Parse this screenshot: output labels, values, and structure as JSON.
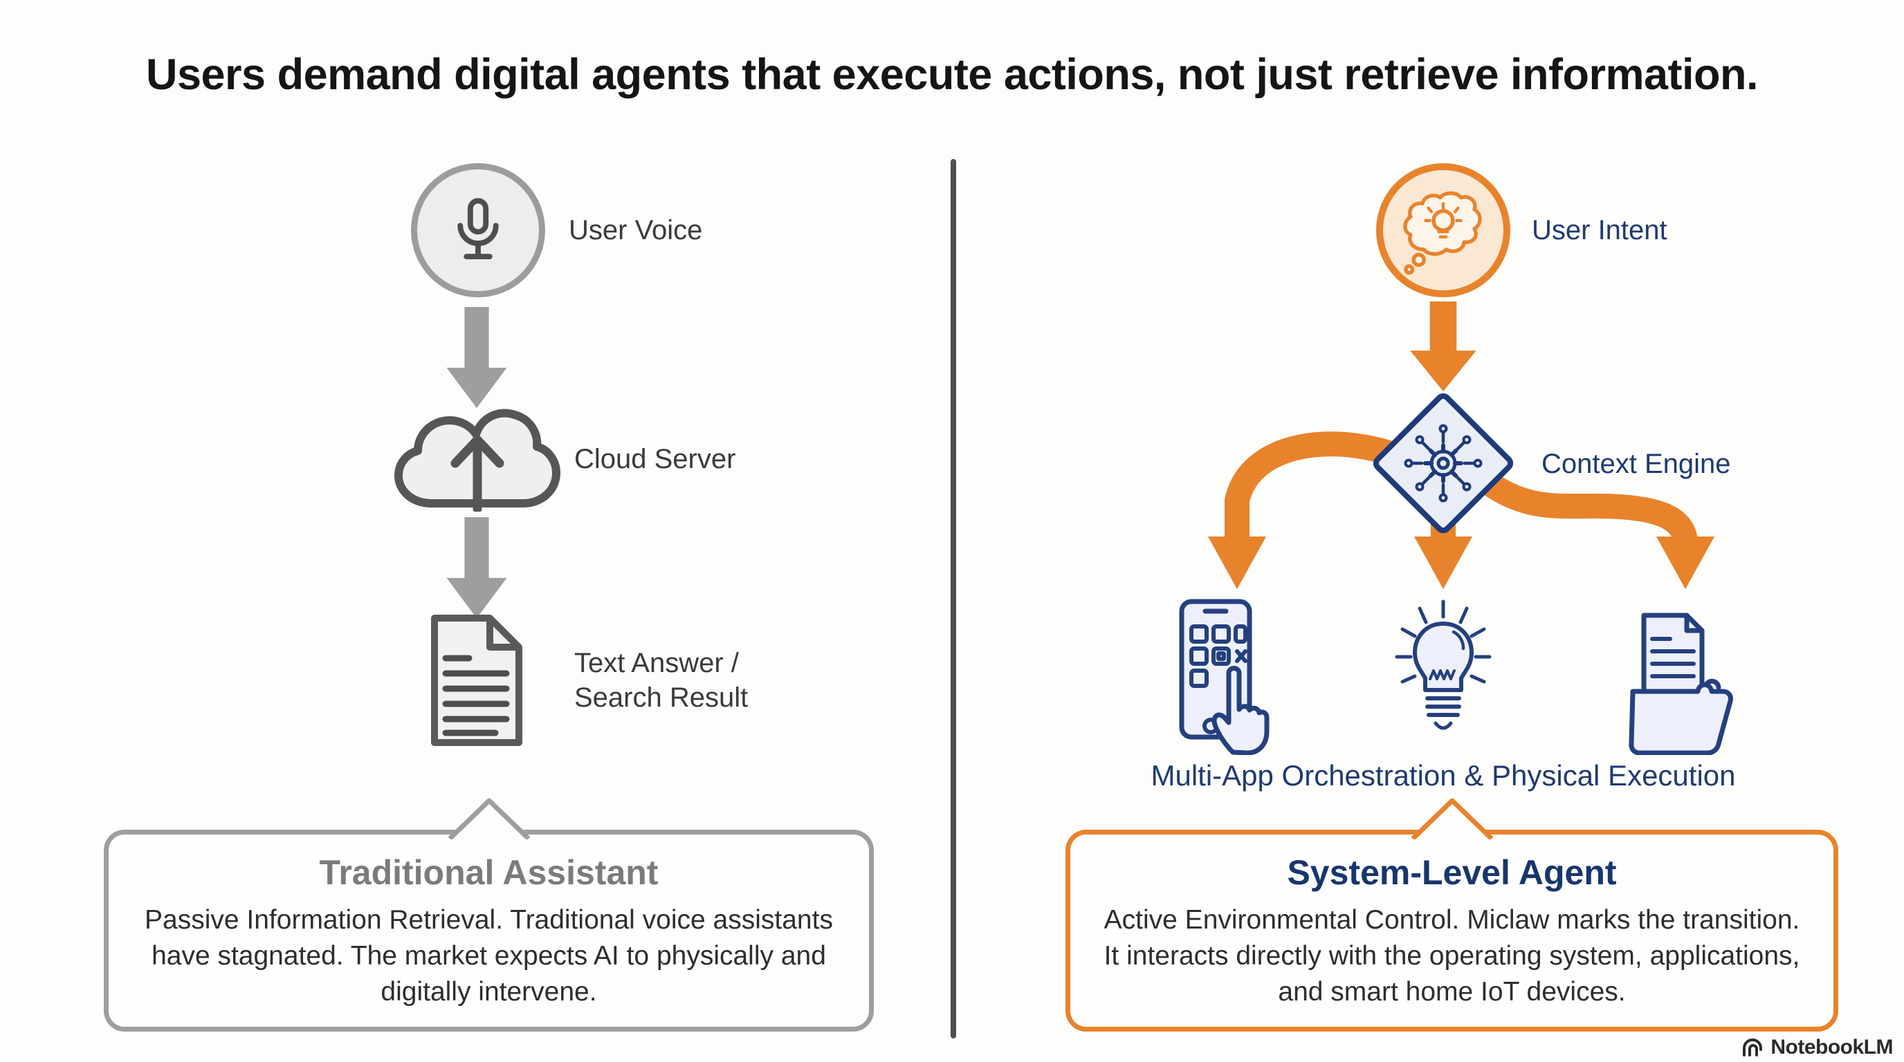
{
  "title": "Users demand digital agents that execute actions, not just retrieve information.",
  "left_flow": {
    "node1_label": "User Voice",
    "node2_label": "Cloud Server",
    "node3_label": "Text Answer / Search Result",
    "callout": {
      "title": "Traditional Assistant",
      "body": "Passive Information Retrieval. Traditional voice assistants have stagnated. The market expects AI to physically and digitally intervene."
    }
  },
  "right_flow": {
    "node1_label": "User Intent",
    "node2_label": "Context Engine",
    "outputs_label": "Multi-App Orchestration & Physical Execution",
    "callout": {
      "title": "System-Level Agent",
      "body": "Active Environmental Control. Miclaw marks the transition. It interacts directly with the operating system, applications, and smart home IoT devices."
    }
  },
  "branding": {
    "label": "NotebookLM"
  },
  "icons": {
    "left": [
      "microphone-icon",
      "down-arrow-icon",
      "cloud-upload-icon",
      "document-icon"
    ],
    "right": [
      "thought-bulb-icon",
      "circuit-gear-icon",
      "smartphone-icon",
      "lightbulb-icon",
      "folder-documents-icon"
    ]
  },
  "colors": {
    "accent_orange": "#E8832C",
    "navy": "#1F3A70",
    "gray_icon": "#9E9E9E",
    "divider": "#4E4E50",
    "background": "#FDFDFC"
  }
}
